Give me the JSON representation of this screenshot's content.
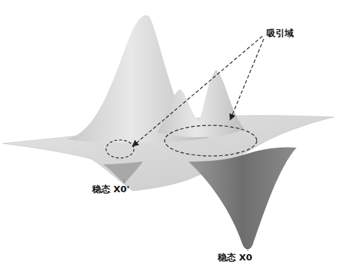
{
  "diagram": {
    "labels": [
      "吸引域",
      "稳态 X0'",
      "稳态 X0"
    ]
  }
}
